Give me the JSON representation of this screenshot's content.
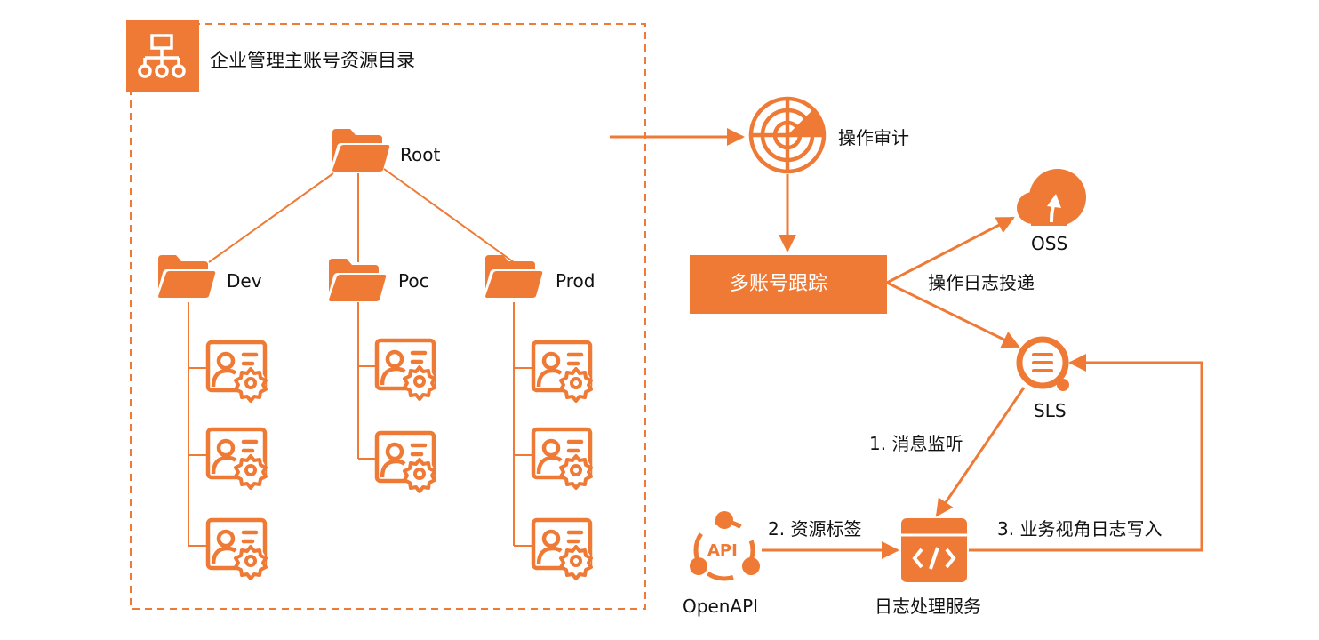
{
  "colors": {
    "accent": "#ef7a35",
    "text": "#111111",
    "background": "#ffffff"
  },
  "directory": {
    "title": "企业管理主账号资源目录",
    "icon": "org-chart-icon",
    "root": {
      "label": "Root",
      "icon": "folder-icon"
    },
    "folders": [
      {
        "label": "Dev",
        "icon": "folder-icon",
        "account_count": 3,
        "account_icon": "account-settings-icon"
      },
      {
        "label": "Poc",
        "icon": "folder-icon",
        "account_count": 2,
        "account_icon": "account-settings-icon"
      },
      {
        "label": "Prod",
        "icon": "folder-icon",
        "account_count": 3,
        "account_icon": "account-settings-icon"
      }
    ]
  },
  "flow": {
    "audit": {
      "label": "操作审计",
      "icon": "radar-icon"
    },
    "tracking": {
      "label": "多账号跟踪"
    },
    "delivery_label": "操作日志投递",
    "oss": {
      "label": "OSS",
      "icon": "cloud-upload-icon"
    },
    "sls": {
      "label": "SLS",
      "icon": "log-search-icon"
    },
    "openapi": {
      "label": "OpenAPI",
      "icon": "api-icon",
      "icon_text": "API"
    },
    "log_service": {
      "label": "日志处理服务",
      "icon": "code-window-icon",
      "icon_text": "</>"
    },
    "steps": [
      {
        "label": "1. 消息监听"
      },
      {
        "label": "2. 资源标签"
      },
      {
        "label": "3. 业务视角日志写入"
      }
    ]
  }
}
